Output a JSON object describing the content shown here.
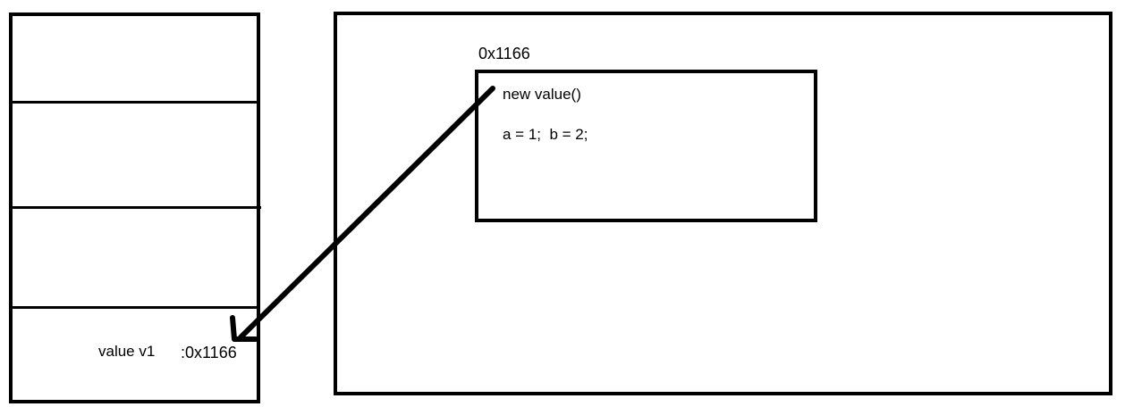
{
  "heap": {
    "address": "0x1166",
    "object": {
      "constructor_text": "new value()",
      "fields_text": "a = 1;  b = 2;"
    }
  },
  "stack": {
    "variable": {
      "name": "value v1",
      "reference": ":0x1166"
    }
  },
  "colors": {
    "stroke": "#000000",
    "background": "#ffffff"
  }
}
